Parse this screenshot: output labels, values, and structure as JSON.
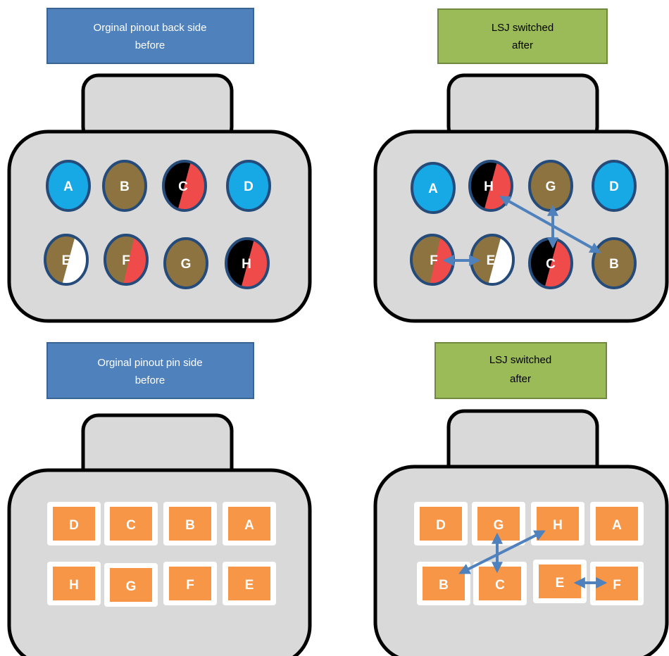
{
  "panels": {
    "back_before": {
      "title_line1": "Orginal pinout back side",
      "title_line2": "before",
      "pins": [
        {
          "label": "A",
          "fill": "#17a9e6"
        },
        {
          "label": "B",
          "fill": "#8d733f"
        },
        {
          "label": "C",
          "fill": "#000000",
          "stripe": "#ef4b4b"
        },
        {
          "label": "D",
          "fill": "#17a9e6"
        },
        {
          "label": "E",
          "fill": "#8d733f",
          "stripe": "#ffffff"
        },
        {
          "label": "F",
          "fill": "#8d733f",
          "stripe": "#ef4b4b"
        },
        {
          "label": "G",
          "fill": "#8d733f"
        },
        {
          "label": "H",
          "fill": "#000000",
          "stripe": "#ef4b4b"
        }
      ]
    },
    "back_after": {
      "title_line1": "LSJ switched",
      "title_line2": "after",
      "pins": [
        {
          "label": "A",
          "fill": "#17a9e6"
        },
        {
          "label": "H",
          "fill": "#000000",
          "stripe": "#ef4b4b"
        },
        {
          "label": "G",
          "fill": "#8d733f"
        },
        {
          "label": "D",
          "fill": "#17a9e6"
        },
        {
          "label": "F",
          "fill": "#8d733f",
          "stripe": "#ef4b4b"
        },
        {
          "label": "E",
          "fill": "#8d733f",
          "stripe": "#ffffff"
        },
        {
          "label": "C",
          "fill": "#000000",
          "stripe": "#ef4b4b"
        },
        {
          "label": "B",
          "fill": "#8d733f"
        }
      ]
    },
    "pin_before": {
      "title_line1": "Orginal pinout pin side",
      "title_line2": "before",
      "pins": [
        "D",
        "C",
        "B",
        "A",
        "H",
        "G",
        "F",
        "E"
      ]
    },
    "pin_after": {
      "title_line1": "LSJ switched",
      "title_line2": "after",
      "pins": [
        "D",
        "G",
        "H",
        "A",
        "B",
        "C",
        "E",
        "F"
      ]
    }
  },
  "colors": {
    "blue_title_bg": "#4f81bd",
    "green_title_bg": "#9bbb59",
    "housing_fill": "#d9d9d9",
    "terminal_orange": "#f79646",
    "arrow_blue": "#4f81bd",
    "pin_outline": "#254b7a"
  }
}
